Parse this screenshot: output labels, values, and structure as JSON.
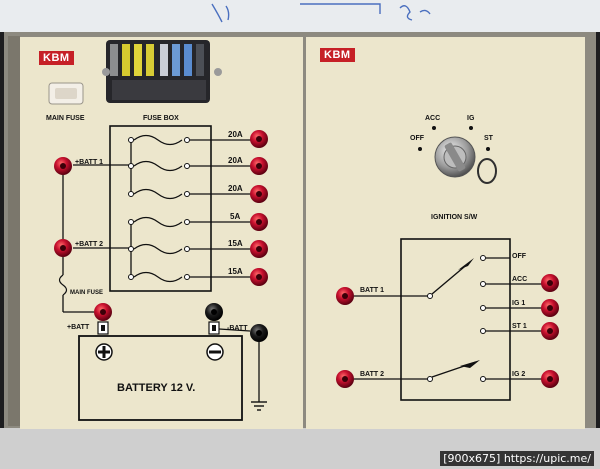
{
  "left_panel": {
    "brand": "KBM",
    "main_fuse_label": "MAIN FUSE",
    "fuse_box_label": "FUSE BOX",
    "batt1_label": "+BATT 1",
    "batt2_label": "+BATT 2",
    "main_fuse_small_label": "MAIN FUSE",
    "plus_batt_label": "+BATT",
    "minus_batt_label": "-BATT",
    "battery_label": "BATTERY  12 V.",
    "fuse_ratings": [
      "20A",
      "20A",
      "20A",
      "5A",
      "15A",
      "15A"
    ]
  },
  "right_panel": {
    "brand": "KBM",
    "ignition_positions": [
      "OFF",
      "ACC",
      "IG",
      "ST"
    ],
    "ignition_label": "IGNITION S/W",
    "batt1_label": "BATT 1",
    "batt2_label": "BATT 2",
    "outputs": [
      "OFF",
      "ACC",
      "IG 1",
      "ST 1",
      "IG 2"
    ]
  },
  "caption": "[900x675] https://upic.me/",
  "colors": {
    "panel": "#ece6cc",
    "terminal_red": "#c8102e",
    "terminal_black": "#151515",
    "brand_red": "#c62026"
  }
}
